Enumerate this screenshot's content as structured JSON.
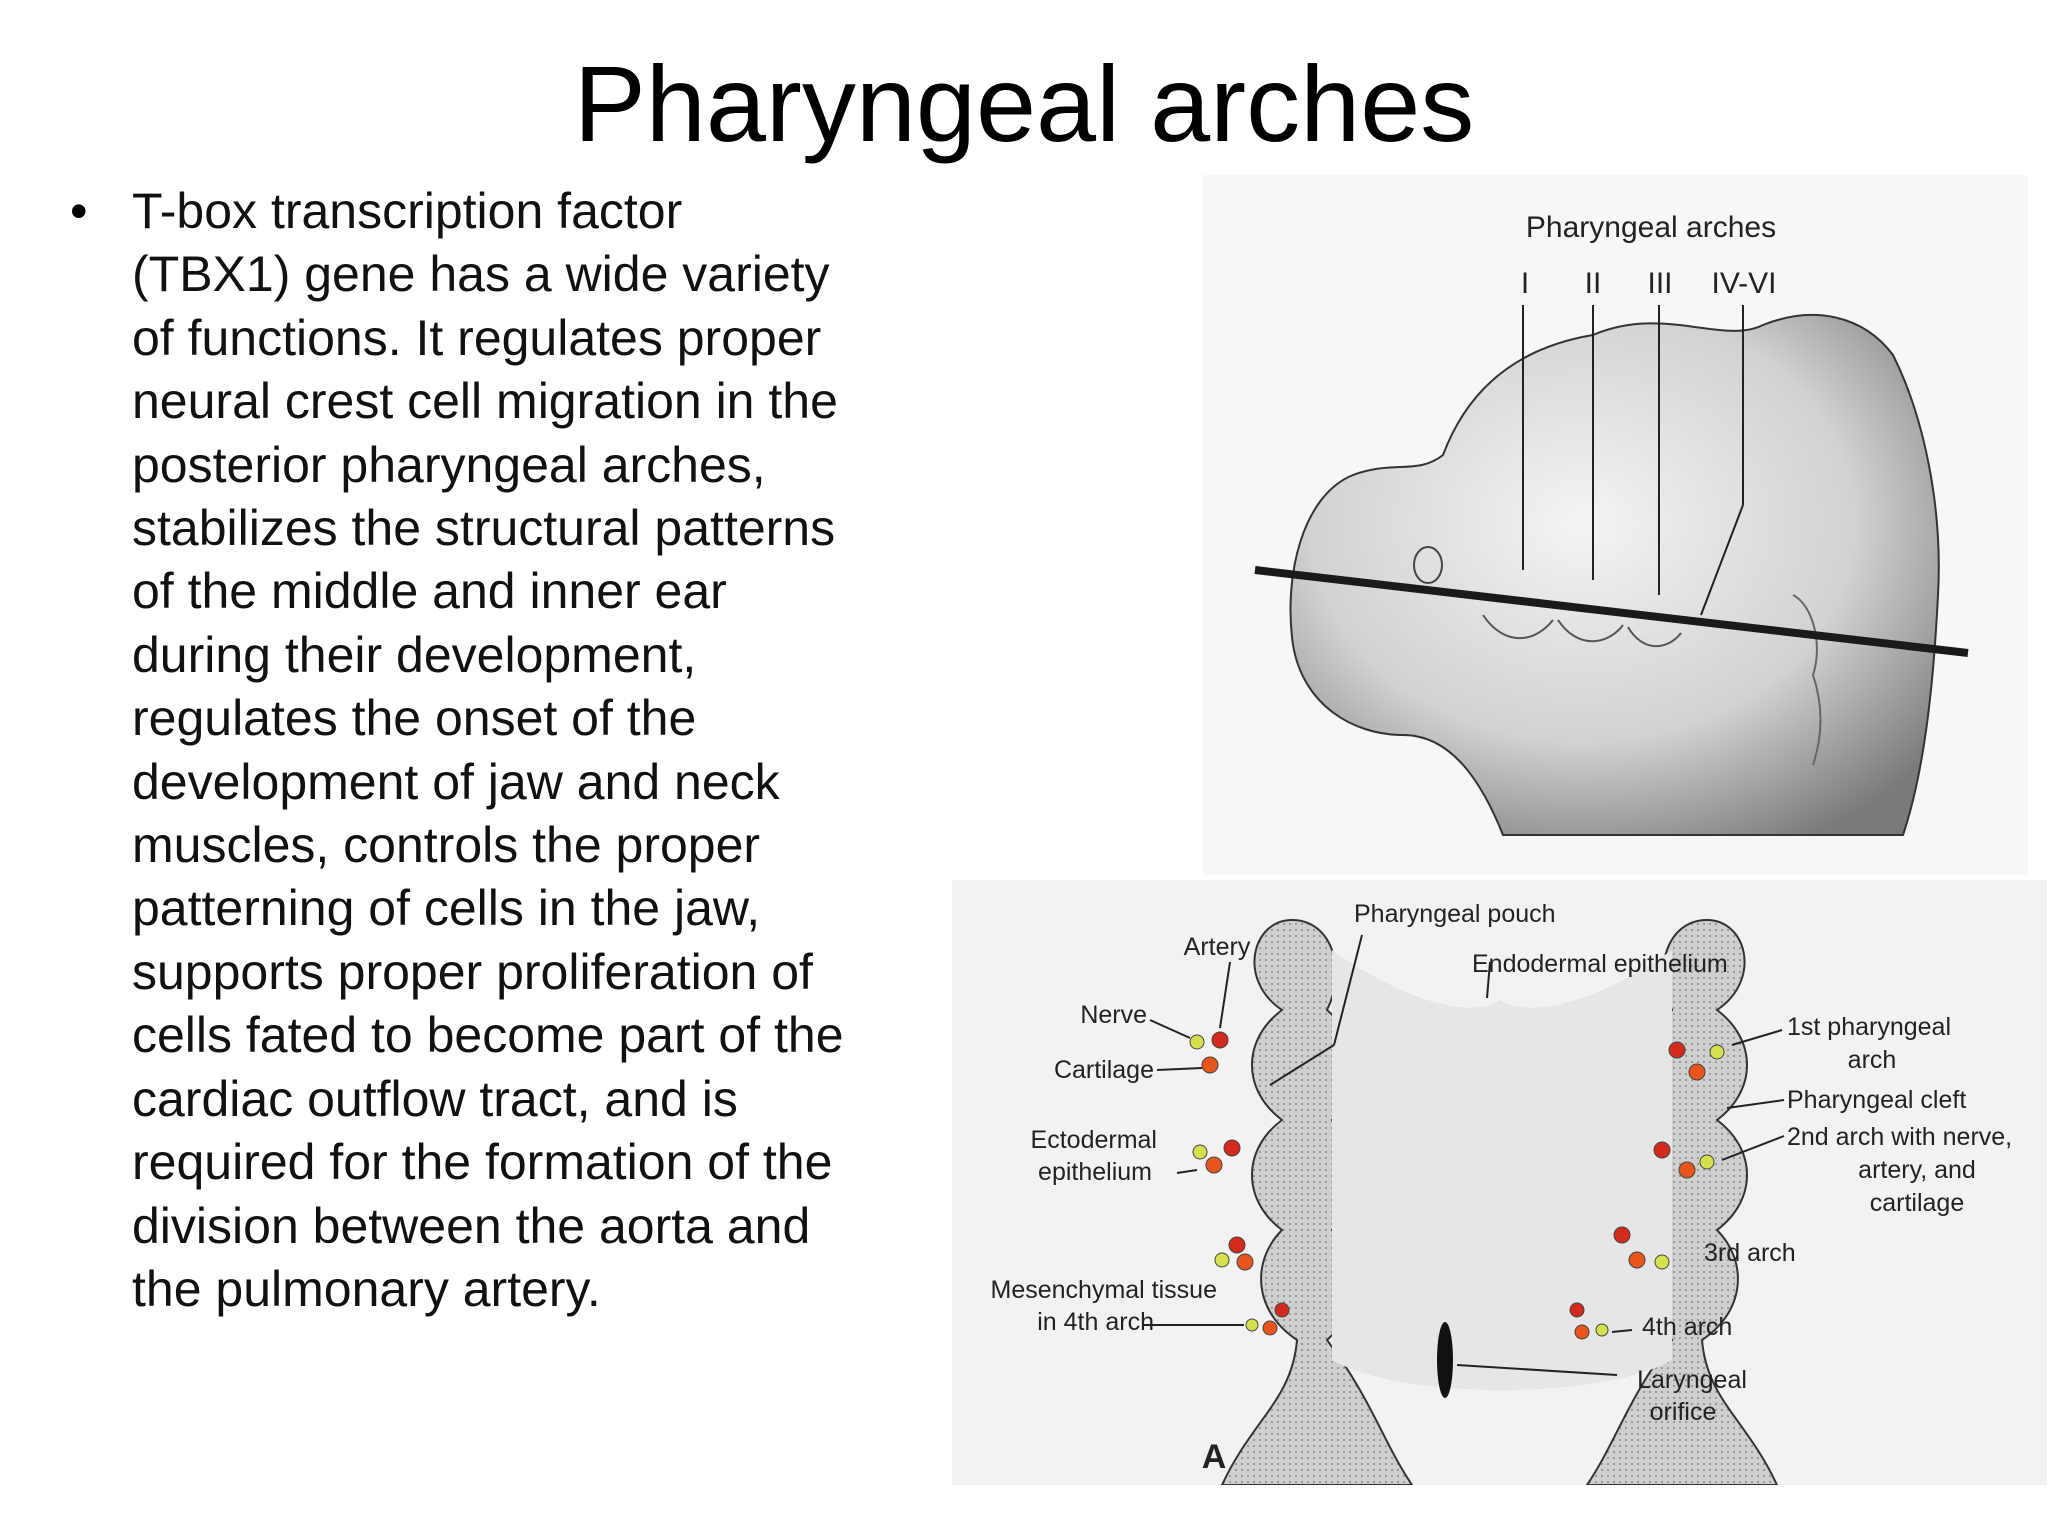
{
  "slide": {
    "title": "Pharyngeal arches",
    "bullet_char": "•",
    "body_text": "T-box transcription factor\n(TBX1) gene has a wide variety\nof functions. It regulates proper\nneural crest cell migration in the\nposterior pharyngeal arches,\nstabilizes the structural patterns\nof the middle and inner ear\nduring their development,\nregulates the onset of the\ndevelopment of jaw and neck\nmuscles, controls the proper\npatterning of cells in the jaw,\nsupports proper proliferation of\ncells fated to become part of the\ncardiac outflow tract, and is\nrequired for the formation of the\ndivision between the aorta and\nthe pulmonary artery."
  },
  "figure_embryo": {
    "heading": "Pharyngeal arches",
    "arch_labels": [
      "I",
      "II",
      "III",
      "IV-VI"
    ]
  },
  "figure_section": {
    "labels": {
      "pharyngeal_pouch": "Pharyngeal pouch",
      "artery": "Artery",
      "endodermal_epithelium": "Endodermal epithelium",
      "nerve": "Nerve",
      "cartilage": "Cartilage",
      "ectodermal_1": "Ectodermal",
      "ectodermal_2": "epithelium",
      "mesenchymal_1": "Mesenchymal tissue",
      "mesenchymal_2": "in 4th arch",
      "first_arch_1": "1st pharyngeal",
      "first_arch_2": "arch",
      "pharyngeal_cleft": "Pharyngeal cleft",
      "second_arch_1": "2nd arch with nerve,",
      "second_arch_2": "artery, and",
      "second_arch_3": "cartilage",
      "third_arch": "3rd arch",
      "fourth_arch": "4th arch",
      "laryngeal_1": "Laryngeal",
      "laryngeal_2": "orifice",
      "panel_letter": "A"
    },
    "colors": {
      "artery": "#d42a1e",
      "cartilage": "#e8541c",
      "nerve": "#d6e04a"
    }
  }
}
